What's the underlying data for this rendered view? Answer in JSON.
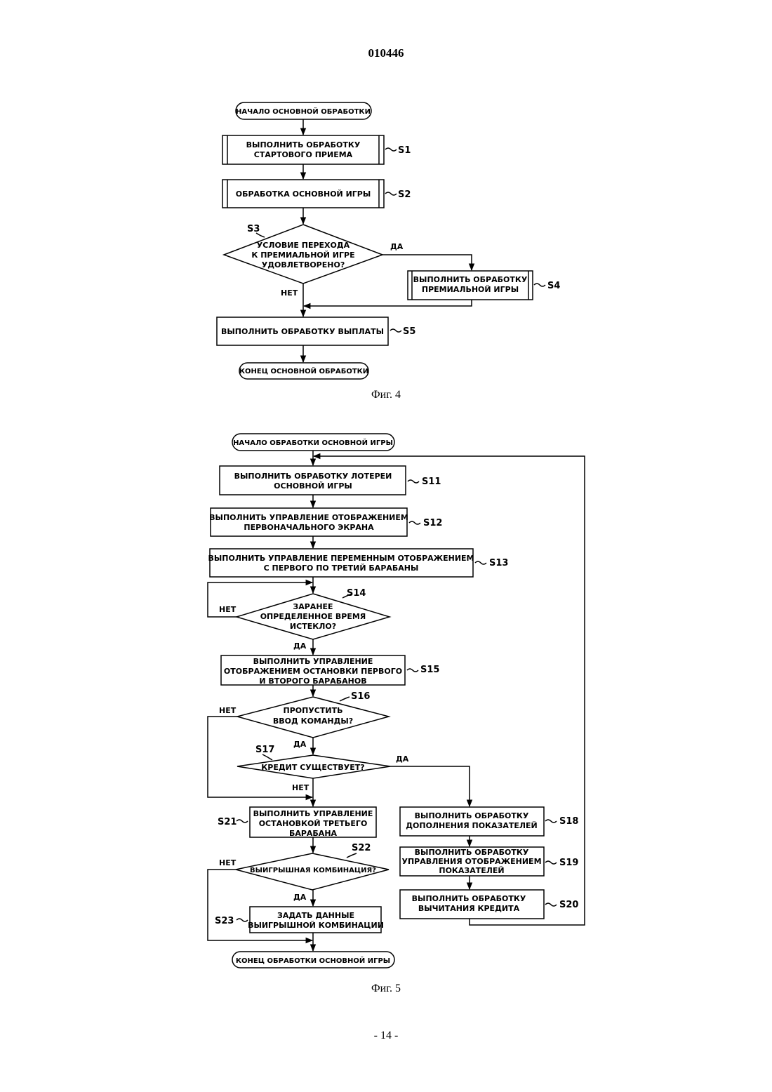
{
  "header": {
    "doc_number": "010446"
  },
  "footer": {
    "page_number": "- 14 -"
  },
  "fig4": {
    "caption": "Фиг. 4",
    "start": "НАЧАЛО ОСНОВНОЙ ОБРАБОТКИ",
    "s1": {
      "line1": "ВЫПОЛНИТЬ ОБРАБОТКУ",
      "line2": "СТАРТОВОГО ПРИЕМА",
      "label": "S1"
    },
    "s2": {
      "line1": "ОБРАБОТКА ОСНОВНОЙ ИГРЫ",
      "label": "S2"
    },
    "s3": {
      "line1": "УСЛОВИЕ ПЕРЕХОДА",
      "line2": "К ПРЕМИАЛЬНОЙ ИГРЕ",
      "line3": "УДОВЛЕТВОРЕНО?",
      "label": "S3",
      "yes": "ДА",
      "no": "НЕТ"
    },
    "s4": {
      "line1": "ВЫПОЛНИТЬ ОБРАБОТКУ",
      "line2": "ПРЕМИАЛЬНОЙ ИГРЫ",
      "label": "S4"
    },
    "s5": {
      "line1": "ВЫПОЛНИТЬ ОБРАБОТКУ ВЫПЛАТЫ",
      "label": "S5"
    },
    "end": "КОНЕЦ ОСНОВНОЙ ОБРАБОТКИ"
  },
  "fig5": {
    "caption": "Фиг. 5",
    "start": "НАЧАЛО ОБРАБОТКИ ОСНОВНОЙ ИГРЫ",
    "s11": {
      "line1": "ВЫПОЛНИТЬ ОБРАБОТКУ ЛОТЕРЕИ",
      "line2": "ОСНОВНОЙ ИГРЫ",
      "label": "S11"
    },
    "s12": {
      "line1": "ВЫПОЛНИТЬ УПРАВЛЕНИЕ ОТОБРАЖЕНИЕМ",
      "line2": "ПЕРВОНАЧАЛЬНОГО ЭКРАНА",
      "label": "S12"
    },
    "s13": {
      "line1": "ВЫПОЛНИТЬ УПРАВЛЕНИЕ ПЕРЕМЕННЫМ ОТОБРАЖЕНИЕМ",
      "line2": "С ПЕРВОГО ПО ТРЕТИЙ БАРАБАНЫ",
      "label": "S13"
    },
    "s14": {
      "line1": "ЗАРАНЕЕ",
      "line2": "ОПРЕДЕЛЕННОЕ ВРЕМЯ",
      "line3": "ИСТЕКЛО?",
      "label": "S14",
      "yes": "ДА",
      "no": "НЕТ"
    },
    "s15": {
      "line1": "ВЫПОЛНИТЬ УПРАВЛЕНИЕ",
      "line2": "ОТОБРАЖЕНИЕМ ОСТАНОВКИ ПЕРВОГО",
      "line3": "И ВТОРОГО БАРАБАНОВ",
      "label": "S15"
    },
    "s16": {
      "line1": "ПРОПУСТИТЬ",
      "line2": "ВВОД КОМАНДЫ?",
      "label": "S16",
      "yes": "ДА",
      "no": "НЕТ"
    },
    "s17": {
      "line1": "КРЕДИТ СУЩЕСТВУЕТ?",
      "label": "S17",
      "yes": "ДА",
      "no": "НЕТ"
    },
    "s18": {
      "line1": "ВЫПОЛНИТЬ ОБРАБОТКУ",
      "line2": "ДОПОЛНЕНИЯ ПОКАЗАТЕЛЕЙ",
      "label": "S18"
    },
    "s19": {
      "line1": "ВЫПОЛНИТЬ ОБРАБОТКУ",
      "line2": "УПРАВЛЕНИЯ ОТОБРАЖЕНИЕМ",
      "line3": "ПОКАЗАТЕЛЕЙ",
      "label": "S19"
    },
    "s20": {
      "line1": "ВЫПОЛНИТЬ ОБРАБОТКУ",
      "line2": "ВЫЧИТАНИЯ КРЕДИТА",
      "label": "S20"
    },
    "s21": {
      "line1": "ВЫПОЛНИТЬ УПРАВЛЕНИЕ",
      "line2": "ОСТАНОВКОЙ ТРЕТЬЕГО",
      "line3": "БАРАБАНА",
      "label": "S21"
    },
    "s22": {
      "line1": "ВЫИГРЫШНАЯ КОМБИНАЦИЯ?",
      "label": "S22",
      "yes": "ДА",
      "no": "НЕТ"
    },
    "s23": {
      "line1": "ЗАДАТЬ ДАННЫЕ",
      "line2": "ВЫИГРЫШНОЙ КОМБИНАЦИИ",
      "label": "S23"
    },
    "end": "КОНЕЦ ОБРАБОТКИ ОСНОВНОЙ ИГРЫ"
  }
}
